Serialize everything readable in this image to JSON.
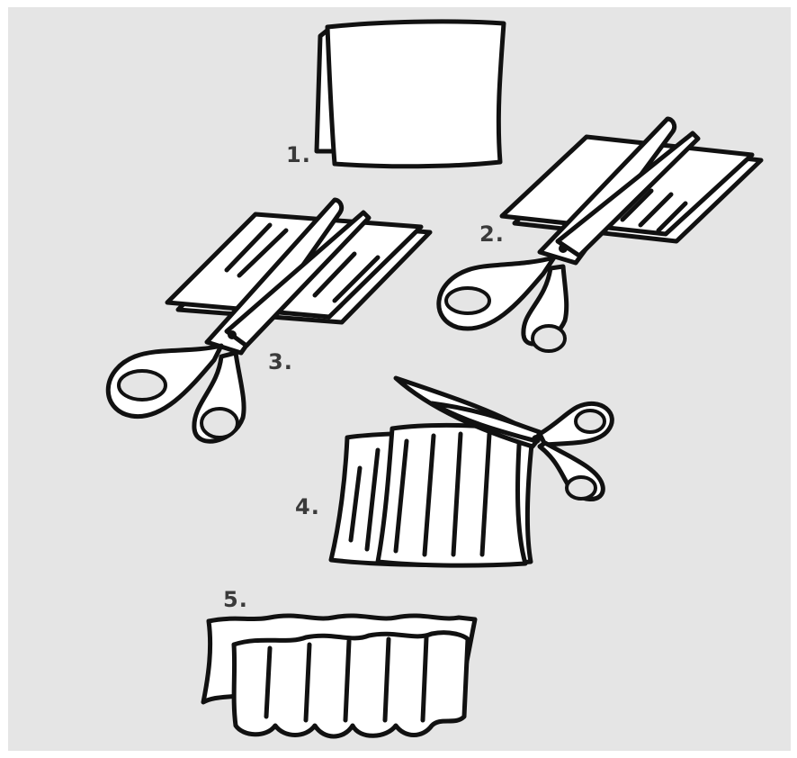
{
  "steps": [
    {
      "label": "1.",
      "icon": "folded-paper-icon"
    },
    {
      "label": "2.",
      "icon": "scissors-cutting-strips-icon"
    },
    {
      "label": "3.",
      "icon": "scissors-cutting-strips-icon"
    },
    {
      "label": "4.",
      "icon": "scissors-cutting-paper-icon"
    },
    {
      "label": "5.",
      "icon": "opened-paper-fringe-icon"
    }
  ],
  "colors": {
    "background": "#e5e5e5",
    "line": "#111111",
    "paper": "#ffffff",
    "label": "#3a3a3a"
  }
}
